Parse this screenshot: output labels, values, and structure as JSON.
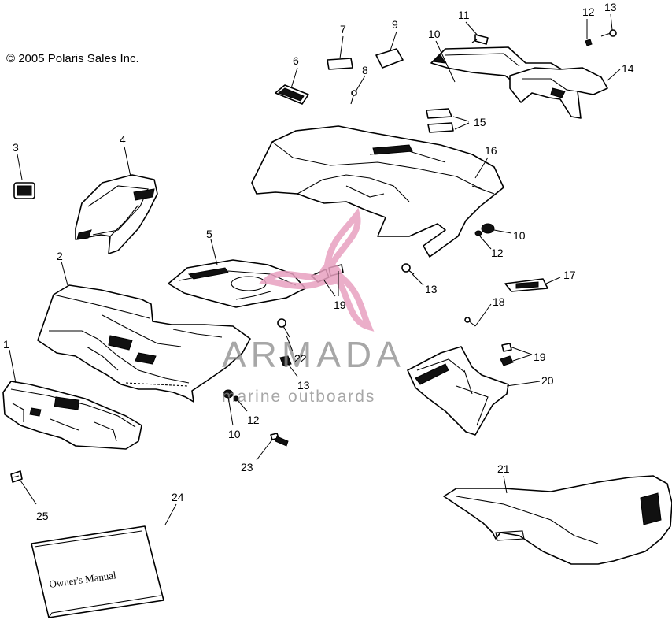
{
  "copyright": "© 2005 Polaris Sales Inc.",
  "watermark": {
    "brand": "ARMADA",
    "tagline": "marine outboards",
    "color": "#e8a0c0"
  },
  "manual_title": "Owner's Manual",
  "callouts": {
    "c1": "1",
    "c2": "2",
    "c3": "3",
    "c4": "4",
    "c5": "5",
    "c6": "6",
    "c7": "7",
    "c8": "8",
    "c9": "9",
    "c10a": "10",
    "c10b": "10",
    "c10c": "10",
    "c11": "11",
    "c12a": "12",
    "c12b": "12",
    "c12c": "12",
    "c13a": "13",
    "c13b": "13",
    "c13c": "13",
    "c14": "14",
    "c15": "15",
    "c16": "16",
    "c17": "17",
    "c18": "18",
    "c19a": "19",
    "c19b": "19",
    "c20": "20",
    "c21": "21",
    "c22": "22",
    "c23": "23",
    "c24": "24",
    "c25": "25"
  }
}
